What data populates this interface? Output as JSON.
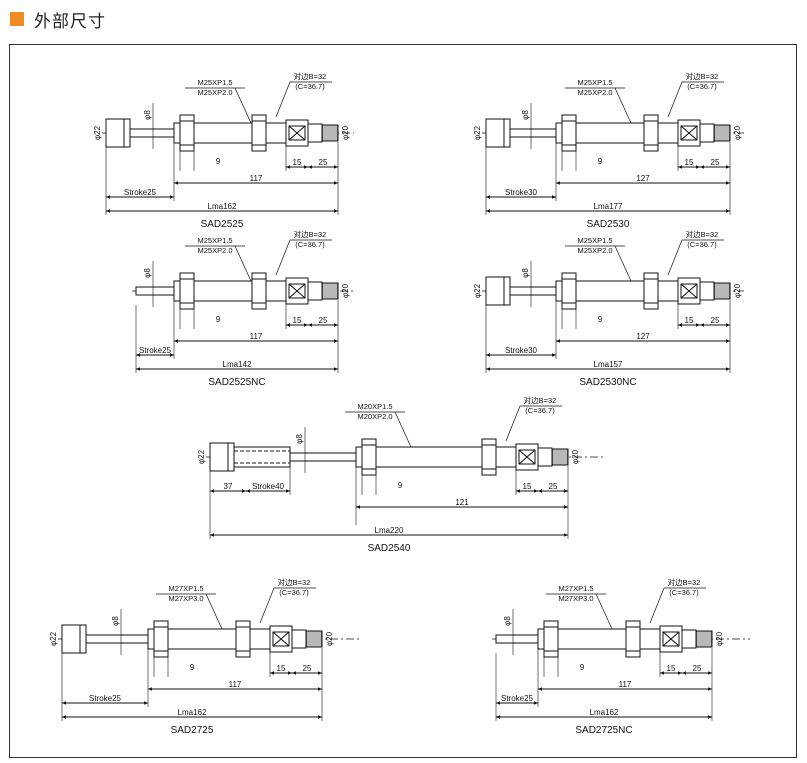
{
  "header": {
    "title": "外部尺寸",
    "accent": "#f08a24"
  },
  "drawings": [
    {
      "id": "sad2525",
      "caption": "SAD2525",
      "thread1": "M25XP1.5",
      "thread2": "M25XP2.0",
      "flats": "对边B=32",
      "corner": "(C=36.7)",
      "dia_cap": "φ22",
      "dia_rod": "φ8",
      "dia_end": "φ20",
      "dim_a": "9",
      "dim_b": "117",
      "dim_c": "15",
      "dim_d": "25",
      "stroke": "Stroke25",
      "total": "Lma162",
      "style": "cap"
    },
    {
      "id": "sad2530",
      "caption": "SAD2530",
      "thread1": "M25XP1.5",
      "thread2": "M25XP2.0",
      "flats": "对边B=32",
      "corner": "(C=36.7)",
      "dia_cap": "φ22",
      "dia_rod": "φ8",
      "dia_end": "φ20",
      "dim_a": "9",
      "dim_b": "127",
      "dim_c": "15",
      "dim_d": "25",
      "stroke": "Stroke30",
      "total": "Lma177",
      "style": "cap"
    },
    {
      "id": "sad2525nc",
      "caption": "SAD2525NC",
      "thread1": "M25XP1.5",
      "thread2": "M25XP2.0",
      "flats": "对边B=32",
      "corner": "(C=36.7)",
      "dia_cap": "",
      "dia_rod": "φ8",
      "dia_end": "φ20",
      "dim_a": "9",
      "dim_b": "117",
      "dim_c": "15",
      "dim_d": "25",
      "stroke": "Stroke25",
      "total": "Lma142",
      "style": "nc"
    },
    {
      "id": "sad2530nc",
      "caption": "SAD2530NC",
      "thread1": "M25XP1.5",
      "thread2": "M25XP2.0",
      "flats": "对边B=32",
      "corner": "(C=36.7)",
      "dia_cap": "φ22",
      "dia_rod": "φ8",
      "dia_end": "φ20",
      "dim_a": "9",
      "dim_b": "127",
      "dim_c": "15",
      "dim_d": "25",
      "stroke": "Stroke30",
      "total": "Lma157",
      "style": "cap"
    },
    {
      "id": "sad2540",
      "caption": "SAD2540",
      "thread1": "M20XP1.5",
      "thread2": "M20XP2.0",
      "flats": "对边B=32",
      "corner": "(C=36.7)",
      "dia_cap": "φ22",
      "dia_rod": "φ8",
      "dia_end": "φ20",
      "dim_a": "9",
      "dim_b": "121",
      "dim_c": "15",
      "dim_d": "25",
      "stroke": "Stroke40",
      "extra": "37",
      "total": "Lma220",
      "style": "long"
    },
    {
      "id": "sad2725",
      "caption": "SAD2725",
      "thread1": "M27XP1.5",
      "thread2": "M27XP3.0",
      "flats": "对边B=32",
      "corner": "(C=36.7)",
      "dia_cap": "φ22",
      "dia_rod": "φ8",
      "dia_end": "φ20",
      "dim_a": "9",
      "dim_b": "117",
      "dim_c": "15",
      "dim_d": "25",
      "stroke": "Stroke25",
      "total": "Lma162",
      "style": "cap"
    },
    {
      "id": "sad2725nc",
      "caption": "SAD2725NC",
      "thread1": "M27XP1.5",
      "thread2": "M27XP3.0",
      "flats": "对边B=32",
      "corner": "(C=36.7)",
      "dia_cap": "",
      "dia_rod": "φ8",
      "dia_end": "φ20",
      "dim_a": "9",
      "dim_b": "117",
      "dim_c": "15",
      "dim_d": "25",
      "stroke": "Stroke25",
      "total": "Lma162",
      "style": "nc"
    }
  ]
}
